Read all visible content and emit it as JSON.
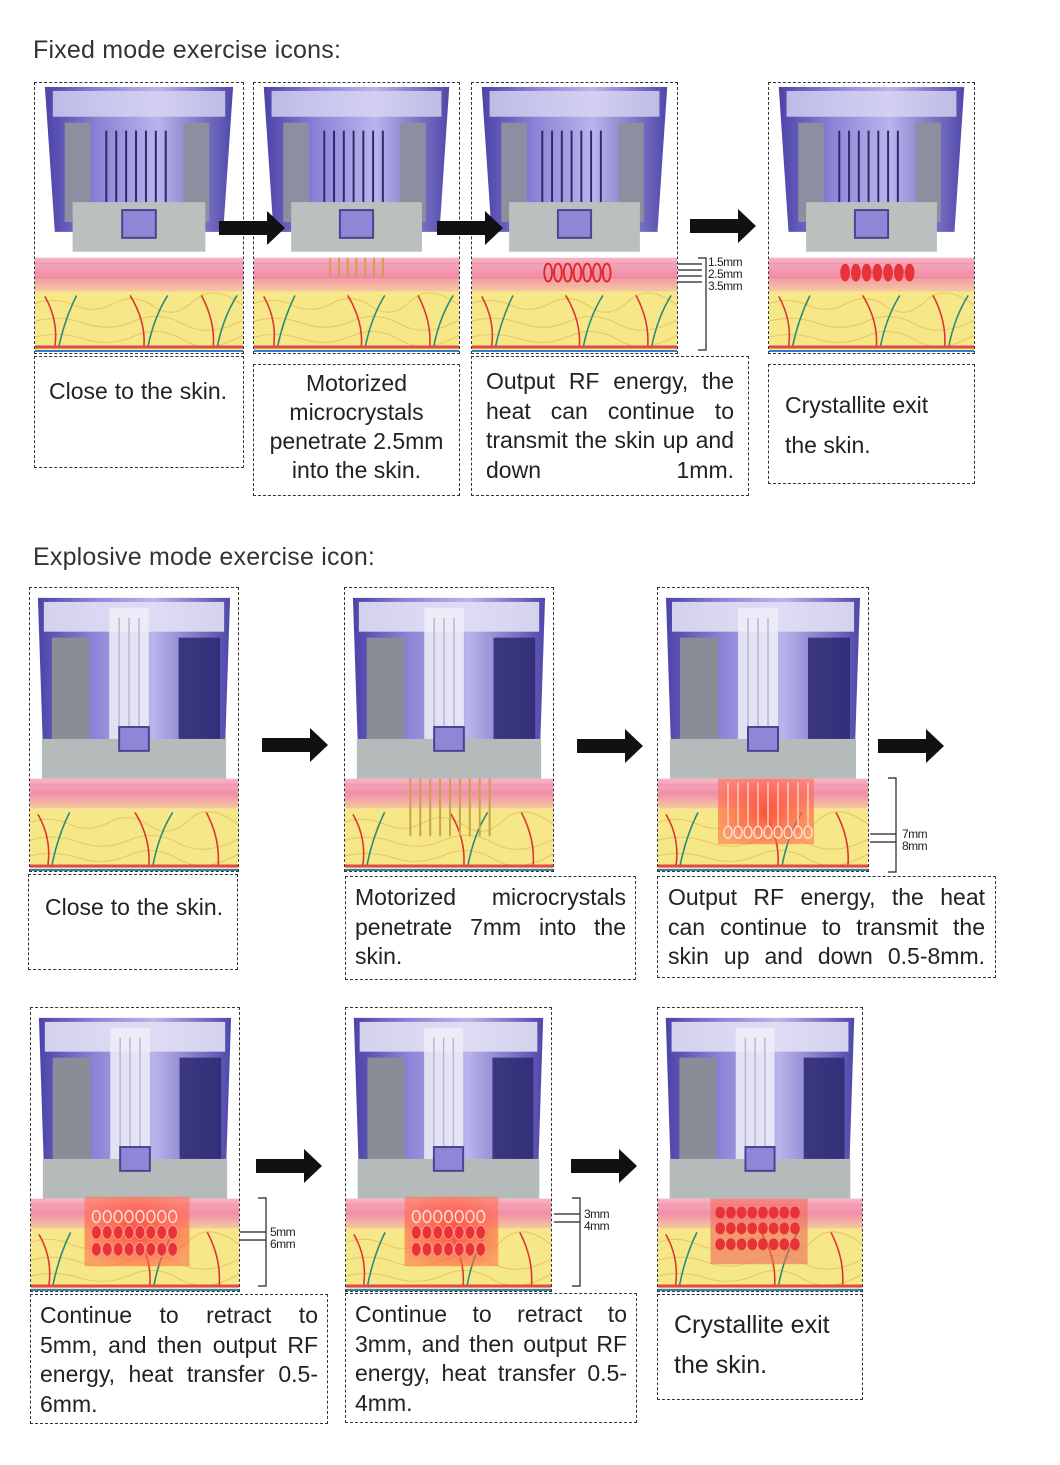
{
  "headings": {
    "fixed": "Fixed mode exercise icons:",
    "explosive": "Explosive mode exercise icon:"
  },
  "fixed": {
    "captions": [
      "Close to the skin.",
      "Motorized microcrystals penetrate 2.5mm into the skin.",
      "Output RF energy, the heat can continue to transmit the skin up and down 1mm.",
      "Crystallite exit the skin."
    ],
    "depth_labels": [
      "1.5mm",
      "2.5mm",
      "3.5mm"
    ]
  },
  "explosive": {
    "captions": [
      "Close to the skin.",
      "Motorized microcrystals penetrate 7mm into the skin.",
      "Output RF energy, the heat can continue to transmit the skin up and down 0.5-8mm.",
      "Continue to retract to 5mm, and then output RF energy, heat transfer 0.5-6mm.",
      "Continue to retract to 3mm, and then output RF energy, heat transfer 0.5-4mm.",
      "Crystallite exit the skin."
    ],
    "depth_labels_row1": [
      "7mm",
      "8mm"
    ],
    "depth_labels_row2a": [
      "5mm",
      "6mm"
    ],
    "depth_labels_row2b": [
      "3mm",
      "4mm"
    ]
  },
  "colors": {
    "device_purple": "#6a5fc4",
    "device_gray": "#b8bcc0",
    "skin_pink": "#f4a2b8",
    "fat_yellow": "#f6e789",
    "energy_red": "#e8323a"
  }
}
